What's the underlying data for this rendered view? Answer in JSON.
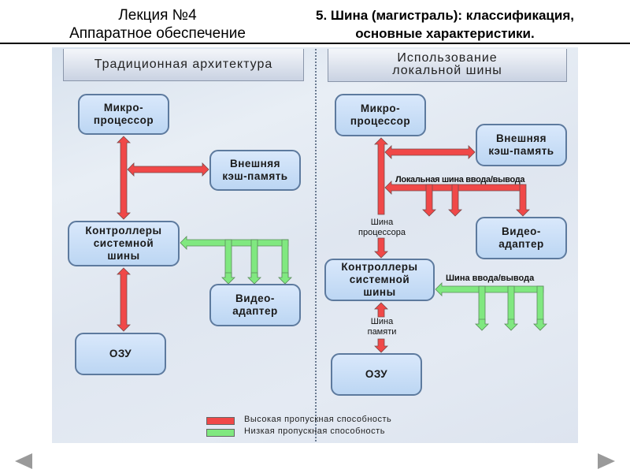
{
  "header": {
    "left_line1": "Лекция №4",
    "left_line2": "Аппаратное обеспечение",
    "right_line1": "5. Шина (магистраль): классификация,",
    "right_line2": "основные характеристики."
  },
  "left_section": {
    "title": "Традиционная архитектура",
    "nodes": {
      "cpu": "Микро-\nпроцессор",
      "cache": "Внешняя\nкэш-память",
      "controllers": "Контроллеры\nсистемной\nшины",
      "video": "Видео-\nадаптер",
      "ram": "ОЗУ"
    }
  },
  "right_section": {
    "title_line1": "Использование",
    "title_line2": "локальной шины",
    "nodes": {
      "cpu": "Микро-\nпроцессор",
      "cache": "Внешняя\nкэш-память",
      "video": "Видео-\nадаптер",
      "controllers": "Контроллеры\nсистемной\nшины",
      "ram": "ОЗУ"
    },
    "labels": {
      "local_bus": "Локальная шина ввода/вывода",
      "cpu_bus": "Шина\nпроцессора",
      "io_bus": "Шина ввода/вывода",
      "mem_bus": "Шина\nпамяти"
    }
  },
  "legend": {
    "items": [
      {
        "label": "Высокая пропускная способность",
        "color": "#f04848"
      },
      {
        "label": "Низкая пропускная способность",
        "color": "#80e880"
      }
    ]
  },
  "colors": {
    "high_bandwidth": "#f04848",
    "low_bandwidth": "#80e880",
    "node_border": "#5d7a9e"
  },
  "navigation": {
    "prev": "previous-slide",
    "next": "next-slide"
  }
}
